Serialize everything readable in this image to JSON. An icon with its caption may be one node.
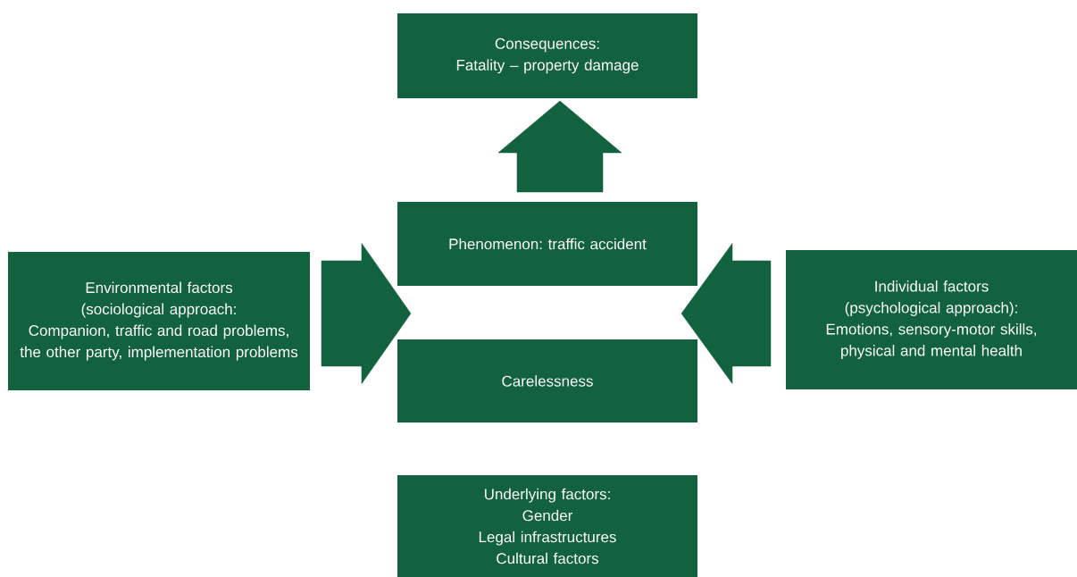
{
  "diagram": {
    "nodes": [
      {
        "text": [
          "Consequences:",
          "Fatality – property damage"
        ]
      },
      {
        "text": [
          "Phenomenon: traffic accident"
        ]
      },
      {
        "text": [
          "Carelessness"
        ]
      },
      {
        "text": [
          "Environmental factors (sociological approach:",
          "Companion, traffic and road problems, the other party, implementation problems"
        ]
      },
      {
        "text": [
          "Individual factors (psychological approach):",
          "Emotions, sensory-motor skills, physical and mental health"
        ]
      },
      {
        "text": [
          "Underlying factors:",
          "Gender",
          "Legal infrastructures",
          "Cultural factors"
        ]
      }
    ],
    "edges": [
      {
        "from": 1,
        "to": 0,
        "arrow": "to",
        "style": "thick"
      },
      {
        "from": 3,
        "to": 2,
        "arrow": "to",
        "style": "thick"
      },
      {
        "from": 4,
        "to": 2,
        "arrow": "to",
        "style": "thick"
      }
    ]
  }
}
